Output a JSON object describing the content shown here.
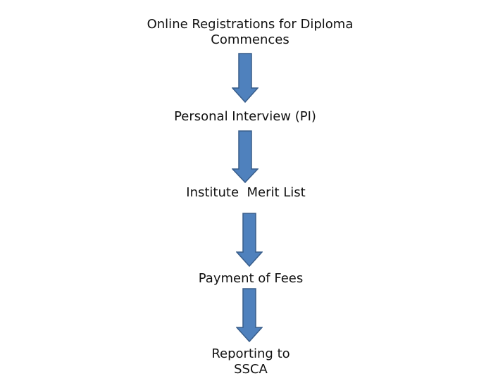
{
  "flow": {
    "steps": [
      {
        "lines": [
          "Online Registrations for Diploma",
          "Commences"
        ]
      },
      {
        "lines": [
          "Personal Interview (PI)"
        ]
      },
      {
        "lines": [
          "Institute  Merit List"
        ]
      },
      {
        "lines": [
          "Payment of Fees"
        ]
      },
      {
        "lines": [
          "Reporting to",
          "SSCA"
        ]
      }
    ],
    "arrow_color": "#4f81bd",
    "arrow_border_color": "#385d8a"
  }
}
